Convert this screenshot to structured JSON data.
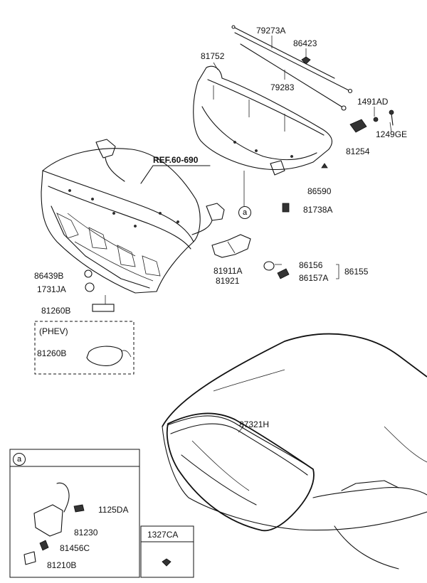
{
  "reference": "REF.60-690",
  "variant_label": "(PHEV)",
  "detail_marker": "a",
  "parts": {
    "p79273A": "79273A",
    "p86423": "86423",
    "p81752": "81752",
    "p79283": "79283",
    "p1491AD": "1491AD",
    "p1249GE": "1249GE",
    "p81254": "81254",
    "p86590": "86590",
    "p81738A": "81738A",
    "p86439B": "86439B",
    "p1731JA": "1731JA",
    "p81260B": "81260B",
    "p81260B_phev": "81260B",
    "p81911A": "81911A",
    "p81921": "81921",
    "p86156": "86156",
    "p86157A": "86157A",
    "p86155": "86155",
    "p87321H": "87321H",
    "p1125DA": "1125DA",
    "p81230": "81230",
    "p81456C": "81456C",
    "p81210B": "81210B",
    "p1327CA": "1327CA"
  }
}
